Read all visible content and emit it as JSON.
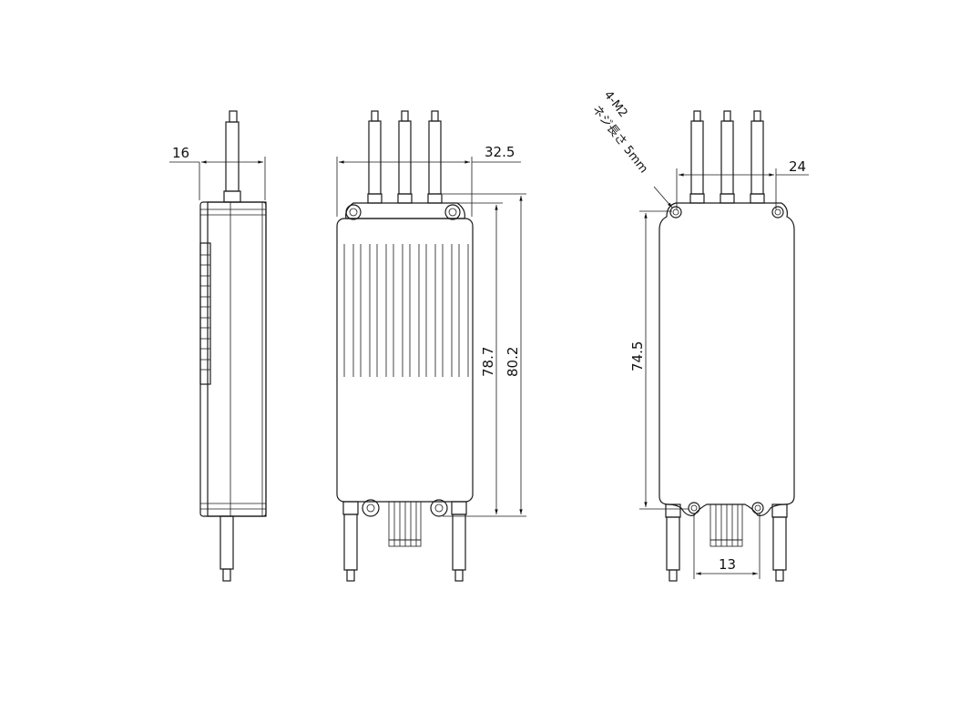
{
  "drawing": {
    "views": {
      "side": {
        "dimension_label": "16"
      },
      "top": {
        "width_label": "32.5",
        "height_inner_label": "78.7",
        "height_outer_label": "80.2"
      },
      "bottom": {
        "width_label": "24",
        "height_label": "74.5",
        "hole_spacing_label": "13",
        "callout_line1": "4-M2",
        "callout_line2": "ネジ長さ 5mm"
      }
    },
    "colors": {
      "line": "#1a1a1a",
      "background": "#ffffff"
    }
  }
}
